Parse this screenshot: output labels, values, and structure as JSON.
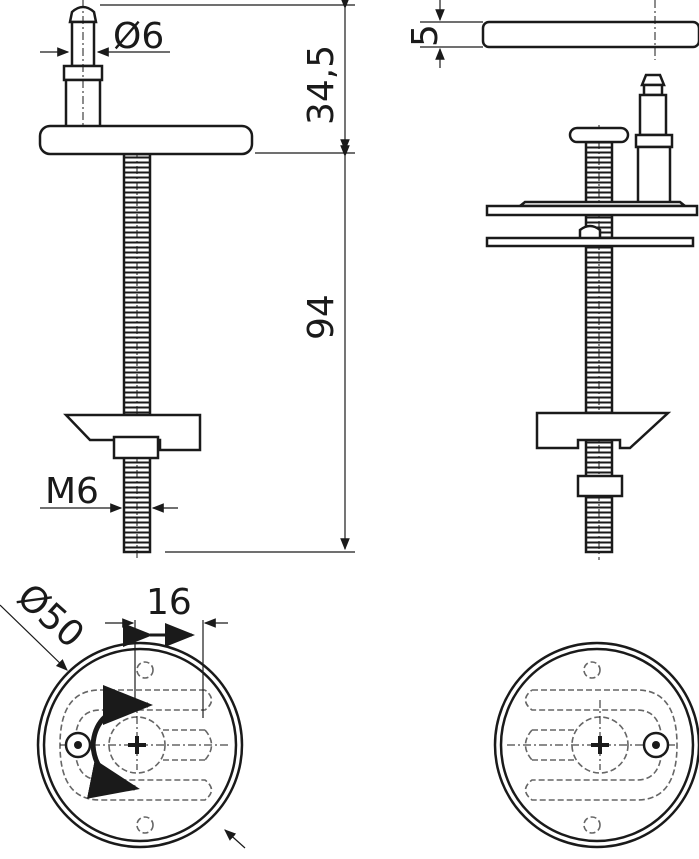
{
  "drawing": {
    "dimensions": {
      "pin_diameter": "Ø6",
      "pin_height": "34,5",
      "rod_length": "94",
      "thread": "M6",
      "cap_thickness": "5",
      "plate_diameter": "Ø50",
      "slot_travel": "16"
    },
    "colors": {
      "line": "#1a1a1a",
      "hidden": "#666666"
    }
  }
}
